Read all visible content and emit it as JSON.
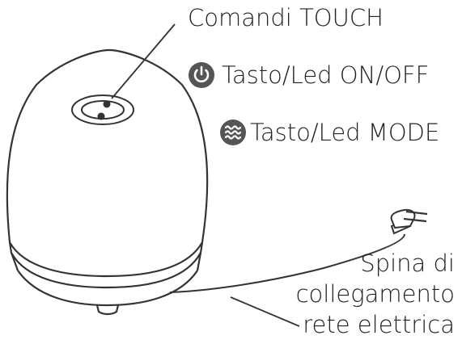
{
  "labels": {
    "touch_controls": "Comandi TOUCH",
    "power_key": "Tasto/Led ON/OFF",
    "mode_key": "Tasto/Led MODE",
    "plug_line1": "Spina di",
    "plug_line2": "collegamento",
    "plug_line3": "rete elettrica"
  },
  "icons": {
    "power": "power-icon",
    "mode": "waves-icon"
  },
  "colors": {
    "line": "#333333",
    "icon_fill": "#555555",
    "icon_glyph": "#ffffff",
    "text": "#222222"
  }
}
